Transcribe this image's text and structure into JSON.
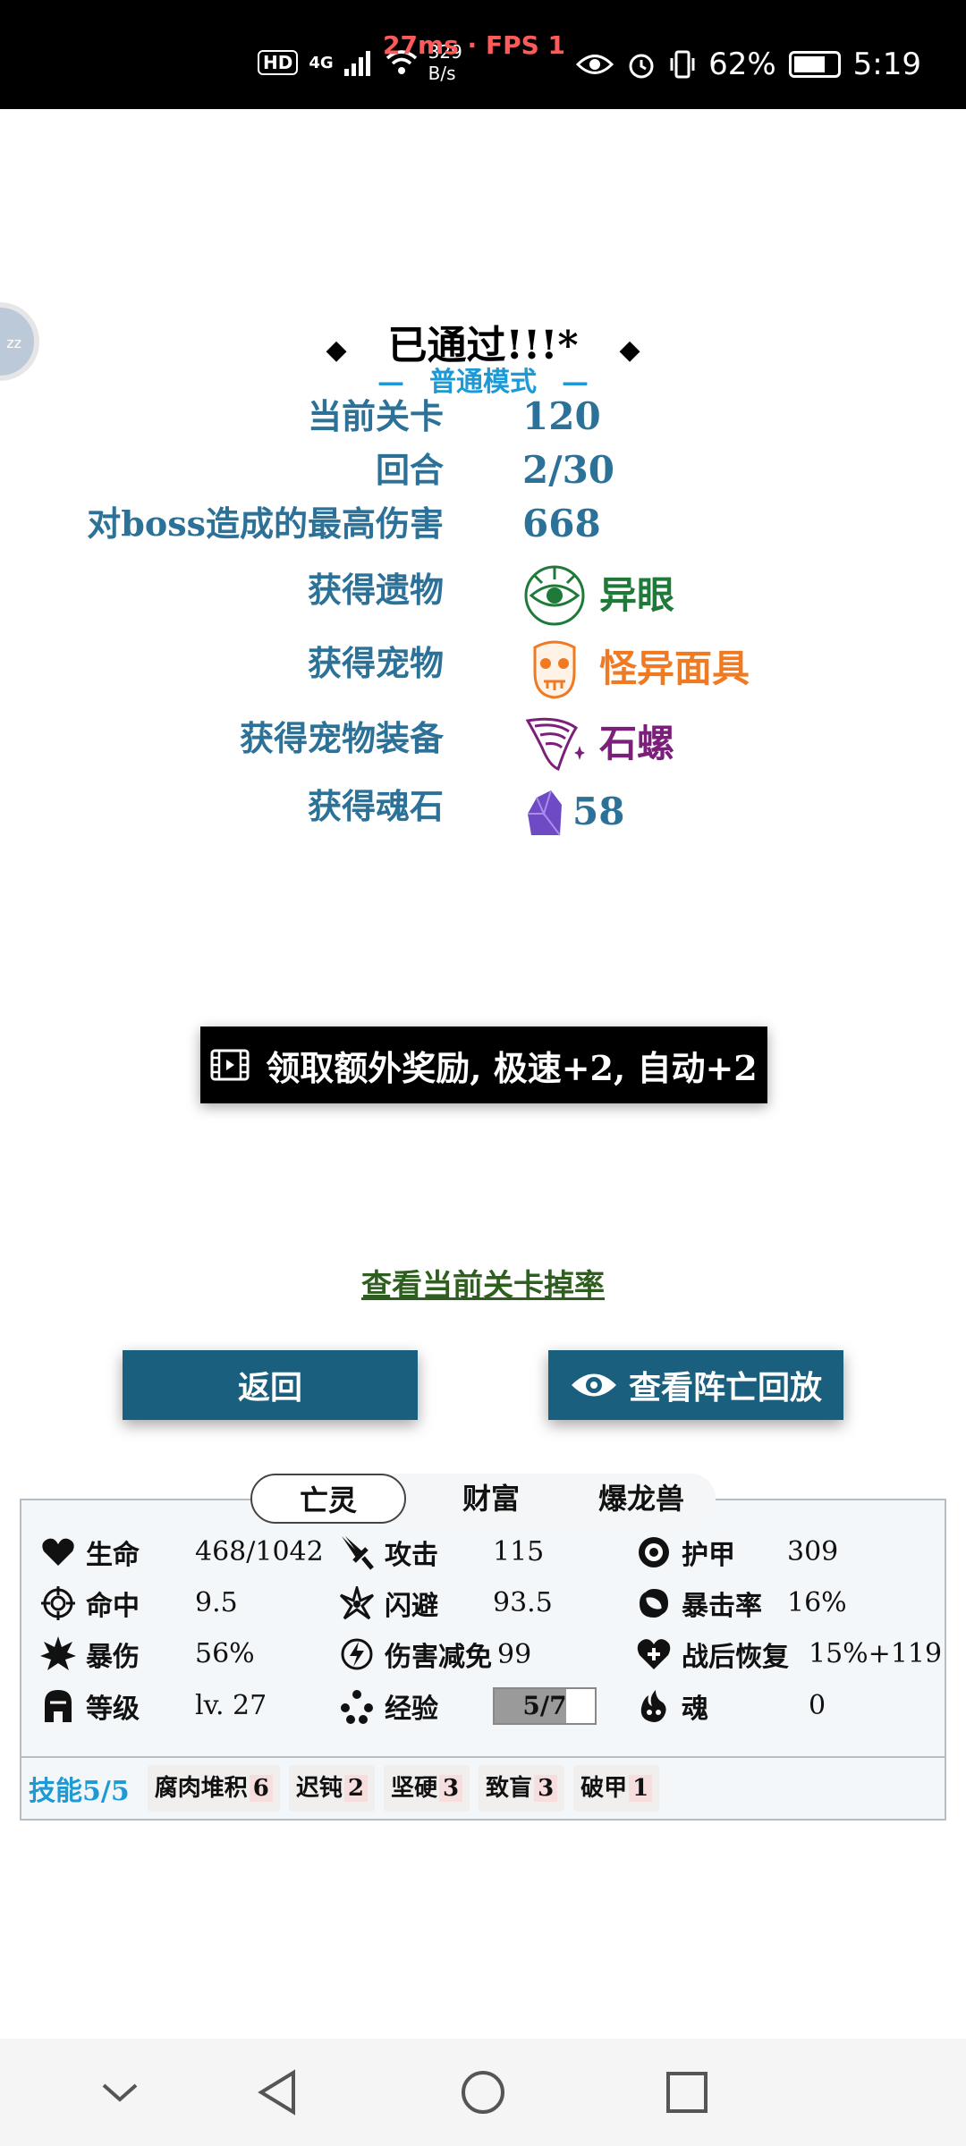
{
  "status_bar": {
    "network": "4G",
    "hd": "HD",
    "speed": "329\nB/s",
    "fps_overlay": "27ms · FPS 1",
    "battery": "62%",
    "time": "5:19"
  },
  "result": {
    "title": "已通过!!!*",
    "mode": "普通模式",
    "rows": [
      {
        "label": "当前关卡",
        "value": "120"
      },
      {
        "label": "回合",
        "value": "2/30"
      },
      {
        "label": "对boss造成的最高伤害",
        "value": "668"
      },
      {
        "label": "获得遗物",
        "value": "异眼",
        "color": "#1f7a3a",
        "icon": "eye-relic-icon"
      },
      {
        "label": "获得宠物",
        "value": "怪异面具",
        "color": "#f07a22",
        "icon": "mask-pet-icon"
      },
      {
        "label": "获得宠物装备",
        "value": "石螺",
        "color": "#7a1f7a",
        "icon": "conch-shell-icon"
      },
      {
        "label": "获得魂石",
        "value": "58",
        "color": "#2c7197",
        "icon": "soul-stone-icon"
      }
    ]
  },
  "buttons": {
    "extra_reward": "领取额外奖励, 极速+2, 自动+2",
    "drop_rate": "查看当前关卡掉率",
    "back": "返回",
    "replay": "查看阵亡回放"
  },
  "tabs": [
    "亡灵",
    "财富",
    "爆龙兽"
  ],
  "stats": {
    "col1": [
      {
        "label": "生命",
        "value": "468/1042",
        "icon": "heart-icon"
      },
      {
        "label": "命中",
        "value": "9.5",
        "icon": "crosshair-icon"
      },
      {
        "label": "暴伤",
        "value": "56%",
        "icon": "burst-icon"
      },
      {
        "label": "等级",
        "value": "lv. 27",
        "icon": "helmet-icon"
      }
    ],
    "col2": [
      {
        "label": "攻击",
        "value": "115",
        "icon": "sword-icon"
      },
      {
        "label": "闪避",
        "value": "93.5",
        "icon": "dodge-icon"
      },
      {
        "label": "伤害减免",
        "value": "99",
        "icon": "shield-bolt-icon"
      },
      {
        "label": "经验",
        "value": "5/7",
        "icon": "exp-icon"
      }
    ],
    "col3": [
      {
        "label": "护甲",
        "value": "309",
        "icon": "armor-icon"
      },
      {
        "label": "暴击率",
        "value": "16%",
        "icon": "crit-icon"
      },
      {
        "label": "战后恢复",
        "value": "15%+119",
        "icon": "heal-icon"
      },
      {
        "label": "魂",
        "value": "0",
        "icon": "soul-icon"
      }
    ],
    "exp_progress": 0.71
  },
  "skills": {
    "header": "技能5/5",
    "items": [
      {
        "name": "腐肉堆积",
        "level": "6"
      },
      {
        "name": "迟钝",
        "level": "2"
      },
      {
        "name": "坚硬",
        "level": "3"
      },
      {
        "name": "致盲",
        "level": "3"
      },
      {
        "name": "破甲",
        "level": "1"
      }
    ]
  }
}
